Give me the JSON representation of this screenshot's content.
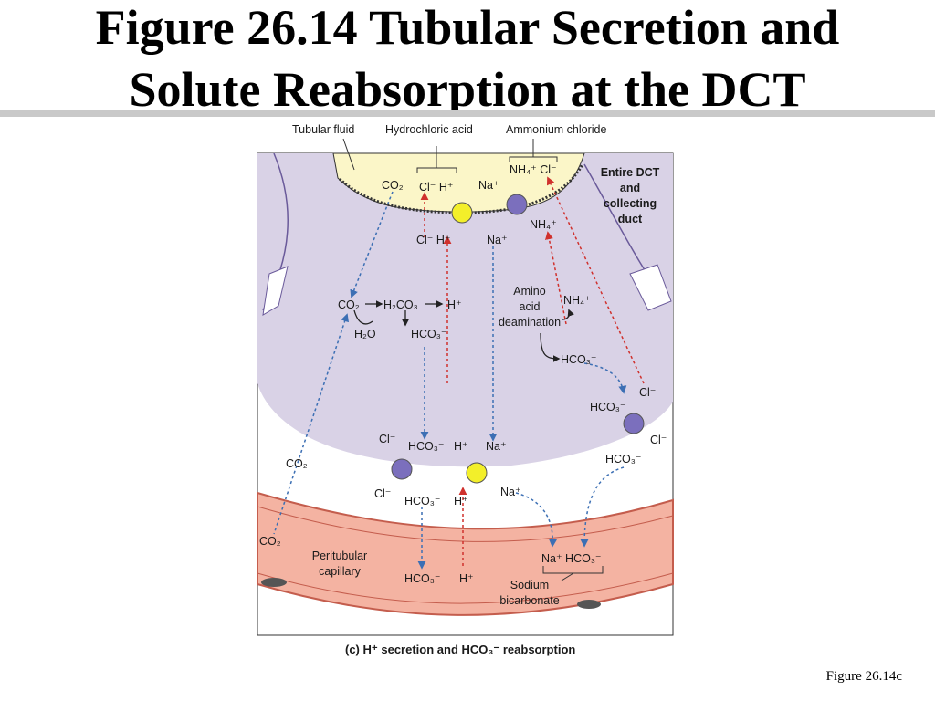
{
  "slide": {
    "title_line1": "Figure 26.14  Tubular Secretion and",
    "title_line2": "Solute Reabsorption at the DCT",
    "figure_ref": "Figure 26.14c"
  },
  "diagram": {
    "top_labels": {
      "tubular_fluid": "Tubular fluid",
      "hydrochloric_acid": "Hydrochloric acid",
      "ammonium_chloride": "Ammonium chloride"
    },
    "region_label": [
      "Entire DCT",
      "and",
      "collecting",
      "duct"
    ],
    "lumen": {
      "co2": "CO₂",
      "cl_h": "Cl⁻ H⁺",
      "na": "Na⁺",
      "nh4_cl": "NH₄⁺ Cl⁻"
    },
    "apical": {
      "cl_h": "Cl⁻ H⁺",
      "na": "Na⁺",
      "nh4": "NH₄⁺"
    },
    "cell": {
      "co2": "CO₂",
      "h2co3": "H₂CO₃",
      "h": "H⁺",
      "h2o": "H₂O",
      "hco3": "HCO₃⁻",
      "amino": [
        "Amino",
        "acid",
        "deamination"
      ],
      "nh4": "NH₄⁺",
      "hco3_right": "HCO₃⁻",
      "cl_right": "Cl⁻",
      "hco3_exch": "HCO₃⁻"
    },
    "basal": {
      "cl_top": "Cl⁻",
      "hco3_top": "HCO₃⁻",
      "h_top": "H⁺",
      "na_top": "Na⁺",
      "cl_bottom": "Cl⁻",
      "hco3_bottom": "HCO₃⁻",
      "h_bottom": "H⁺",
      "na_bottom": "Na⁺",
      "co2": "CO₂",
      "cl_exch_out": "Cl⁻",
      "hco3_exch_out": "HCO₃⁻"
    },
    "capillary": {
      "co2": "CO₂",
      "label": [
        "Peritubular",
        "capillary"
      ],
      "hco3": "HCO₃⁻",
      "h": "H⁺",
      "na_hco3": "Na⁺ HCO₃⁻",
      "bicarb": [
        "Sodium",
        "bicarbonate"
      ]
    },
    "caption": "(c) H⁺ secretion and HCO₃⁻ reabsorption",
    "colors": {
      "cell": "#d9d2e6",
      "lumen": "#fbf6c8",
      "capillary": "#f4b3a2",
      "blue_transporter": "#7b6fbd",
      "yellow_transporter": "#f3ef2a",
      "red_arrow": "#d0312d",
      "blue_arrow": "#3c6fb4"
    }
  }
}
